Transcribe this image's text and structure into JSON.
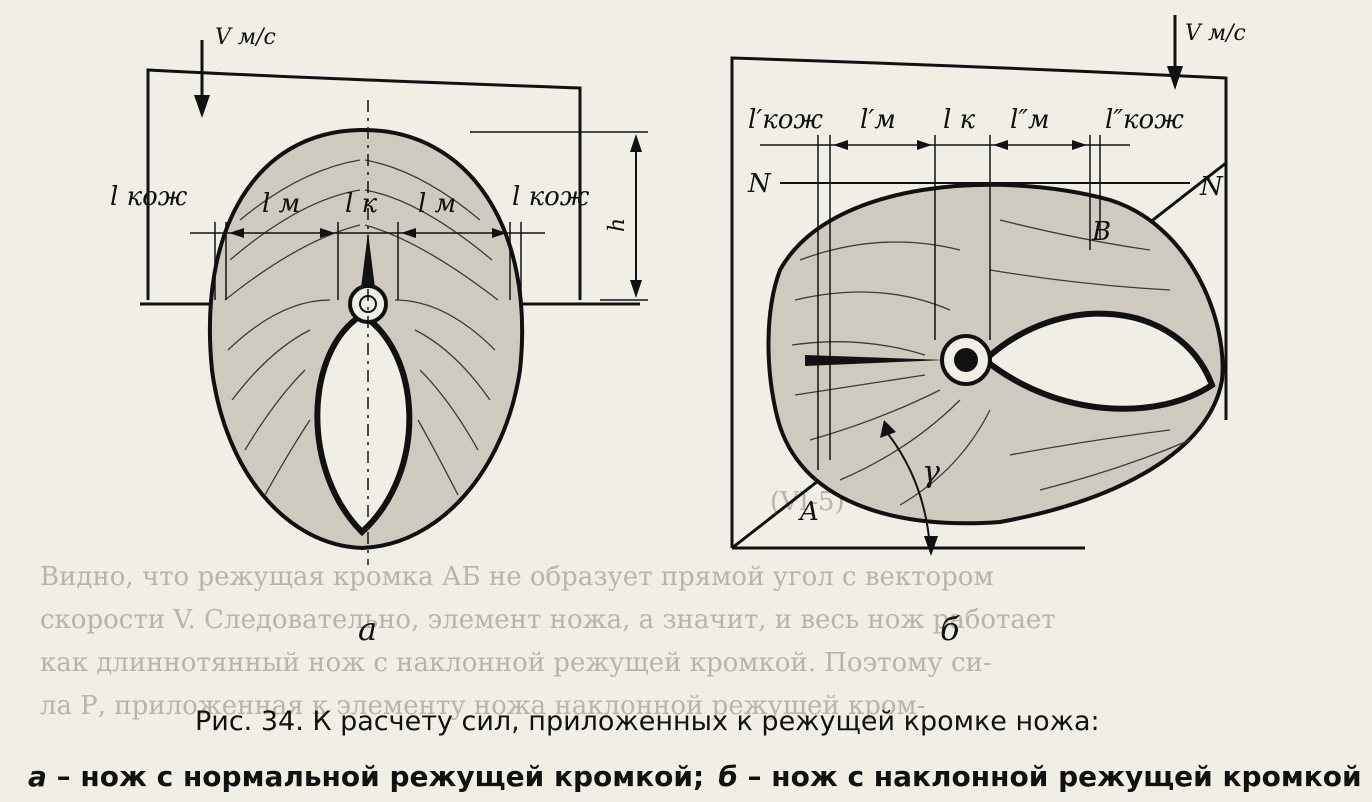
{
  "figure_a": {
    "velocity": "V м/с",
    "l_kozh_left": "l кож",
    "l_m_left": "l м",
    "l_k": "l к",
    "l_m_right": "l м",
    "l_kozh_right": "l кож",
    "h": "h",
    "letter": "а"
  },
  "figure_b": {
    "velocity": "V м/с",
    "l_kozh_1": "l′кож",
    "l_m_1": "l′м",
    "l_k": "l к",
    "l_m_2": "l″м",
    "l_kozh_2": "l″кож",
    "n_left": "N",
    "n_right": "N",
    "point_b": "B",
    "point_a": "A",
    "gamma": "γ",
    "letter": "б"
  },
  "background_text": {
    "formula_number": "(VI-5)",
    "line_1": "Видно, что режущая кромка АБ не образует прямой угол с вектором",
    "line_2": "скорости V. Следовательно, элемент ножа, а значит, и весь нож работает",
    "line_3": "как длиннотянный нож с наклонной режущей кромкой. Поэтому си-",
    "line_4": "ла Р, приложенная к элементу ножа наклонной режущей кром-"
  },
  "caption": {
    "title": "Рис. 34. К расчету сил, приложенных к режущей кромке ножа:",
    "a_letter": "а",
    "a_text": " – нож с нормальной режущей кромкой;",
    "b_letter": "б",
    "b_text": " – нож с наклонной режущей кромкой"
  }
}
